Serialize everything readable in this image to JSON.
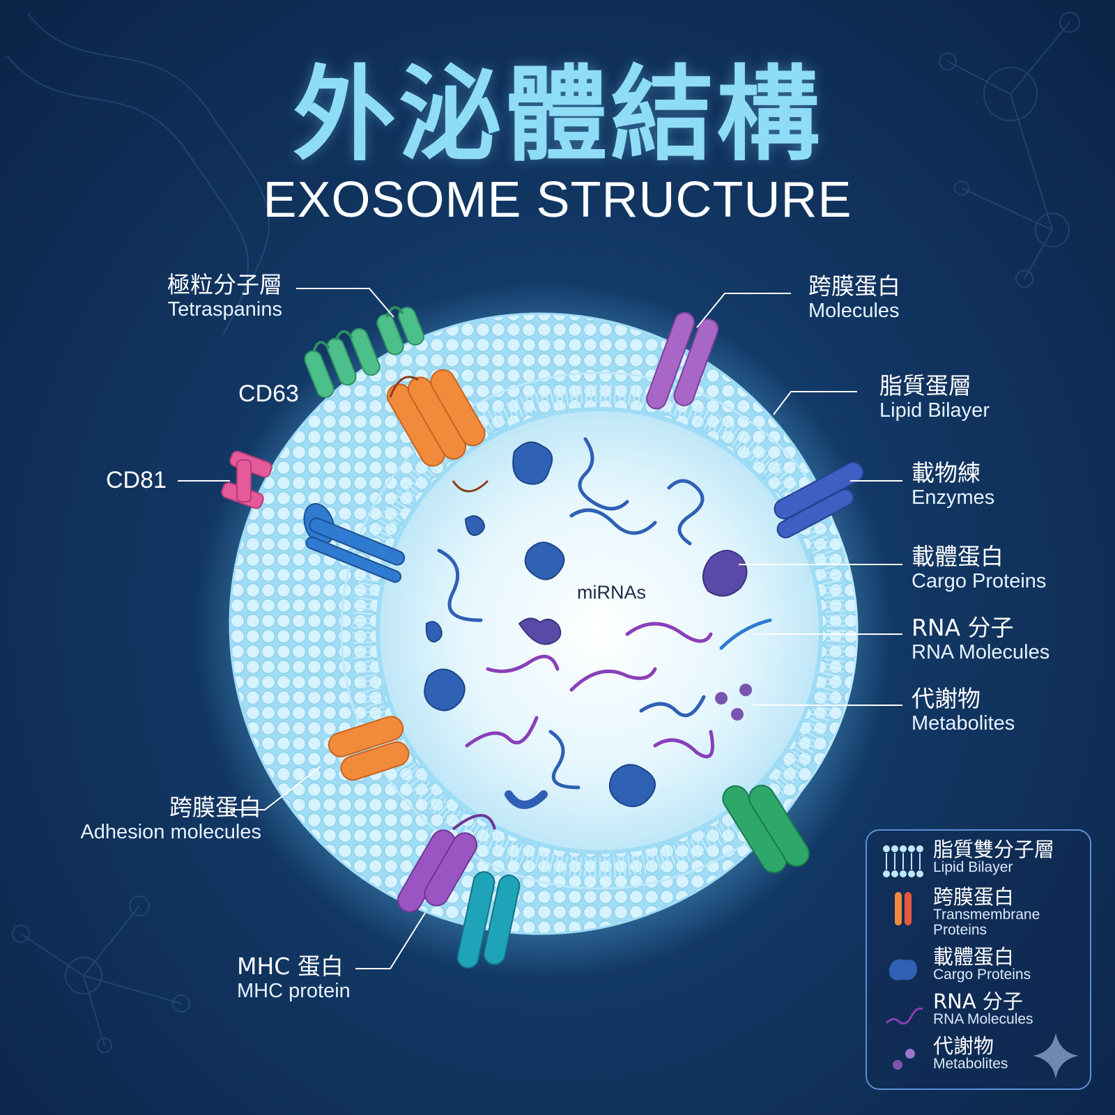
{
  "title": {
    "zh": "外泌體結構",
    "en": "EXOSOME STRUCTURE"
  },
  "labels": {
    "tetraspanins": {
      "zh": "極粒分子層",
      "en": "Tetraspanins"
    },
    "cd63": "CD63",
    "cd81": "CD81",
    "transmembrane_top": {
      "zh": "跨膜蛋白",
      "en": "Molecules"
    },
    "lipid_bilayer": {
      "zh": "脂質蛋層",
      "en": "Lipid Bilayer"
    },
    "enzymes": {
      "zh": "載物練",
      "en": "Enzymes"
    },
    "cargo_proteins": {
      "zh": "載體蛋白",
      "en": "Cargo Proteins"
    },
    "rna": {
      "zh": "RNA 分子",
      "en": "RNA Molecules"
    },
    "metabolites": {
      "zh": "代謝物",
      "en": "Metabolites"
    },
    "adhesion": {
      "zh": "跨膜蛋白",
      "en": "Adhesion molecules"
    },
    "mhc": {
      "zh": "MHC 蛋白",
      "en": "MHC protein"
    },
    "mirnas": "miRNAs"
  },
  "legend": [
    {
      "zh": "脂質雙分子層",
      "en": "Lipid Bilayer",
      "icon": "lipid-bilayer-icon"
    },
    {
      "zh": "跨膜蛋白",
      "en": "Transmembrane Proteins",
      "icon": "transmembrane-protein-icon"
    },
    {
      "zh": "載體蛋白",
      "en": "Cargo Proteins",
      "icon": "cargo-protein-icon"
    },
    {
      "zh": "RNA 分子",
      "en": "RNA Molecules",
      "icon": "rna-icon"
    },
    {
      "zh": "代謝物",
      "en": "Metabolites",
      "icon": "metabolite-icon"
    }
  ],
  "colors": {
    "background": "#123764",
    "title_accent": "#8fdcf7",
    "membrane": "#bfe9fb",
    "transmembrane_orange": "#f28a3c",
    "tetraspanin_green": "#4cbf8a",
    "cd81_pink": "#e55a9b",
    "mhc_purple": "#9a55c2",
    "cargo_blue": "#2f62b5",
    "rna_purple": "#7b3fa8"
  }
}
